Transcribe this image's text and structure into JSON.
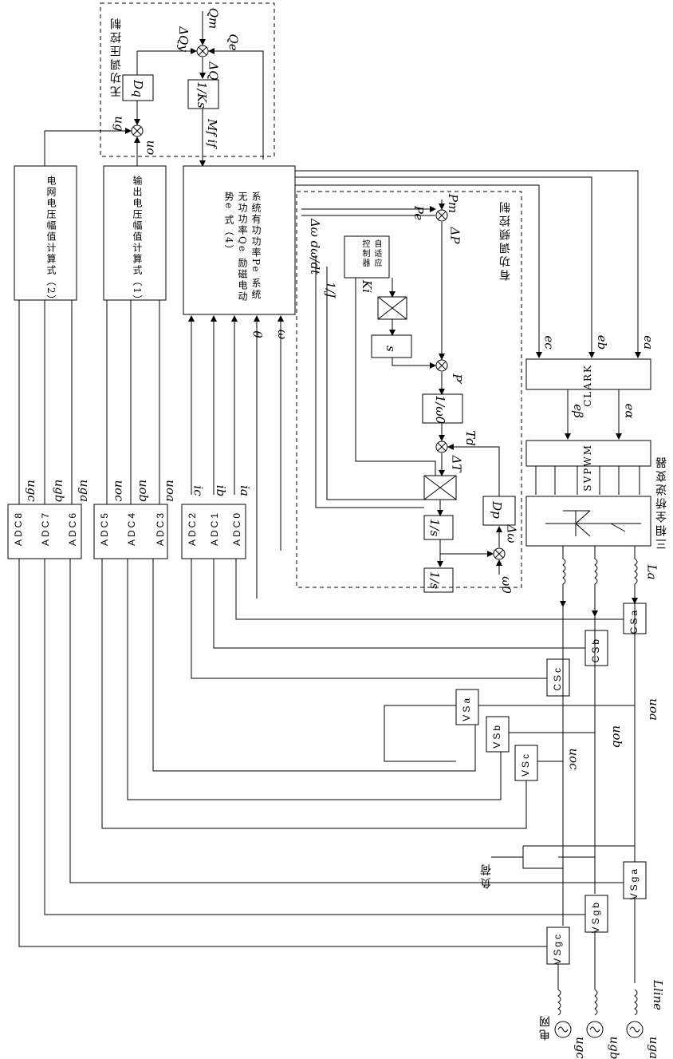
{
  "titles": {
    "reactive_control": "无功调压控制",
    "active_control": "有功调频控制",
    "inverter": "三相全桥逆变器",
    "load": "负荷",
    "grid": "电网"
  },
  "blocks": {
    "grid_amp": "电网电压幅值计算式（2）",
    "out_amp": "输出电压幅值计算式（1）",
    "power_calc": "系统有功功率Pe 系统无功功率Qe 励磁电动势e 式（4）",
    "adaptive": "自适应控制器",
    "clark": "CLARK",
    "svpwm": "SVPWM",
    "adc_a": [
      "ADC0",
      "ADC1",
      "ADC2"
    ],
    "adc_b": [
      "ADC3",
      "ADC4",
      "ADC5"
    ],
    "adc_c": [
      "ADC6",
      "ADC7",
      "ADC8"
    ],
    "cs": [
      "CSa",
      "CSb",
      "CSc"
    ],
    "vs": [
      "VSa",
      "VSb",
      "VSc"
    ],
    "vsg": [
      "VSga",
      "VSgb",
      "VSgc"
    ]
  },
  "symbols": {
    "Qm": "Qm",
    "Qe": "Qe",
    "dQy": "ΔQy",
    "dQ": "ΔQ",
    "Dq": "Dq",
    "ks": "1/Ks",
    "Mf": "Mf if",
    "ug": "ug",
    "uo": "uo",
    "Pm": "Pm",
    "Pe": "Pe",
    "dP": "ΔP",
    "Ki": "Ki",
    "s": "s",
    "Pp": "P′",
    "w0inv": "1/ω0",
    "Td": "Td",
    "dT": "ΔT",
    "Dp": "Dp",
    "dw": "Δω",
    "w0": "ω0",
    "invs": "1/s",
    "invJ": "1/J",
    "dwdt": "Δω dω/dt",
    "theta": "θ",
    "omega": "ω",
    "ea": "ea",
    "eb": "eb",
    "ec": "ec",
    "ealpha": "eα",
    "ebeta": "eβ",
    "ia": "ia",
    "ib": "ib",
    "ic": "ic",
    "La": "La",
    "uoa": "uoa",
    "uob": "uob",
    "uoc": "uoc",
    "uga": "uga",
    "ugb": "ugb",
    "ugc": "ugc",
    "Lline": "Lline"
  }
}
